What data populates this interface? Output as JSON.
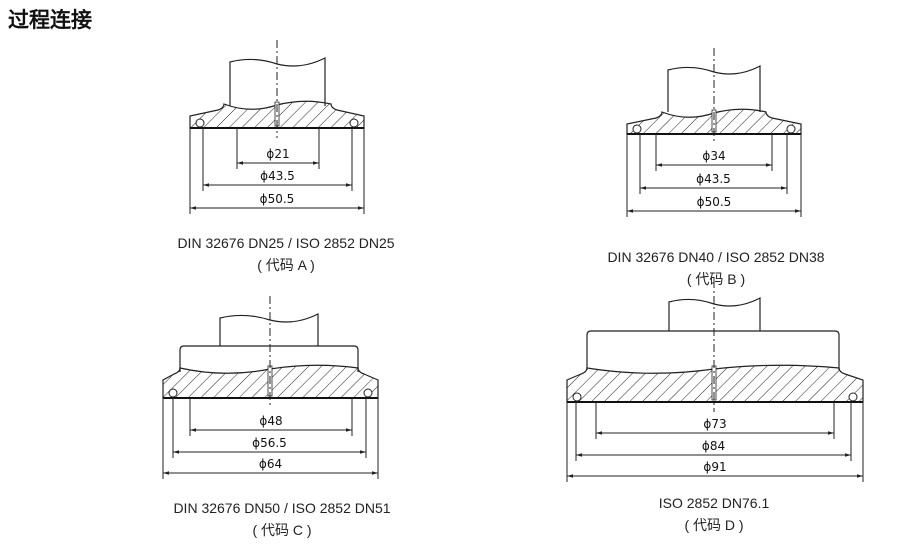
{
  "title": "过程连接",
  "diagrams": [
    {
      "name": "A",
      "dims": [
        "ϕ21",
        "ϕ43.5",
        "ϕ50.5"
      ],
      "caption": "DIN 32676 DN25 / ISO 2852 DN25",
      "code": "( 代码 A )"
    },
    {
      "name": "B",
      "dims": [
        "ϕ34",
        "ϕ43.5",
        "ϕ50.5"
      ],
      "caption": "DIN 32676 DN40 / ISO 2852 DN38",
      "code": "( 代码 B )"
    },
    {
      "name": "C",
      "dims": [
        "ϕ48",
        "ϕ56.5",
        "ϕ64"
      ],
      "caption": "DIN 32676 DN50 / ISO 2852 DN51",
      "code": "( 代码 C )"
    },
    {
      "name": "D",
      "dims": [
        "ϕ73",
        "ϕ84",
        "ϕ91"
      ],
      "caption": "ISO 2852 DN76.1",
      "code": "( 代码 D )"
    }
  ]
}
